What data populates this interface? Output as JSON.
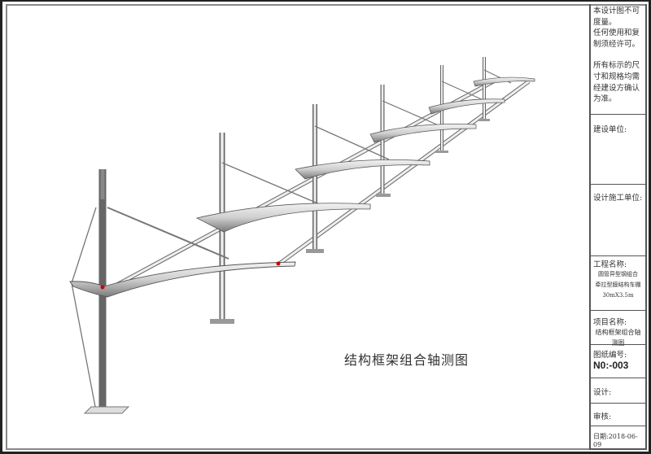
{
  "drawing": {
    "caption": "结构框架组合轴测图",
    "subject": "tensile membrane carport steel frame axonometric view",
    "frame_count": 6,
    "colors": {
      "steel": "#d9d9d9",
      "outline": "#555555",
      "marker": "#cc0000"
    }
  },
  "title_block": {
    "notes": [
      "本设计图不可",
      "度量。",
      "任何使用和复",
      "制须经许可。",
      "",
      "所有标示的尺",
      "寸和规格均需",
      "经建设方确认",
      "为准。"
    ],
    "client_label": "建设单位:",
    "contractor_label": "设计施工单位:",
    "project_name_label": "工程名称:",
    "project_name_lines": [
      "圆管异型钢组合",
      "牵拉型膜结构车棚",
      "30mX3.5m"
    ],
    "item_name_label": "项目名称:",
    "item_name": "结构框架组合轴测图",
    "drawing_no_label": "图纸编号:",
    "drawing_no": "N0:-003",
    "designer_label": "设计:",
    "reviewer_label": "审核:",
    "date_label": "日期:",
    "date": "2018-06-09"
  }
}
